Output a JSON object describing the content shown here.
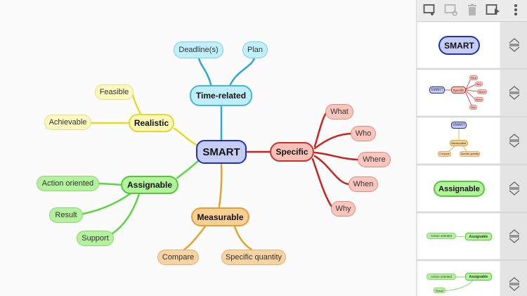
{
  "colors": {
    "root_fill": "#c5cdf6",
    "root_border": "#1f2fbb",
    "time_fill": "#bfeefa",
    "time_border": "#44b7d6",
    "time_line": "#2aaad0",
    "specific_fill": "#f8c0b6",
    "specific_border": "#c8332b",
    "specific_line": "#c8241f",
    "realistic_fill": "#fbf7b4",
    "realistic_border": "#e2d63a",
    "realistic_line": "#e3dc25",
    "assign_fill": "#b2f29a",
    "assign_border": "#55c83a",
    "assign_line": "#58d63d",
    "measure_fill": "#f6cf93",
    "measure_border": "#e3a03a",
    "measure_line": "#e5a229"
  },
  "mindmap": {
    "root": "SMART",
    "time_related": {
      "label": "Time-related",
      "children": [
        "Deadline(s)",
        "Plan"
      ]
    },
    "specific": {
      "label": "Specific",
      "children": [
        "What",
        "Who",
        "Where",
        "When",
        "Why"
      ]
    },
    "realistic": {
      "label": "Realistic",
      "children": [
        "Feasible",
        "Achievable"
      ]
    },
    "assignable": {
      "label": "Assignable",
      "children": [
        "Action oriented",
        "Result",
        "Support"
      ]
    },
    "measurable": {
      "label": "Measurable",
      "children": [
        "Compare",
        "Specific quantity"
      ]
    }
  },
  "toolbar": {
    "icons": [
      "add-slide-icon",
      "replace-slide-icon",
      "delete-icon",
      "play-slideshow-icon",
      "more-options-icon"
    ]
  },
  "slides": [
    {
      "label": "SMART"
    },
    {
      "root": "SMART",
      "branch": "Specific",
      "children": [
        "What",
        "Who",
        "Where",
        "When",
        "Why"
      ]
    },
    {
      "root": "SMART",
      "branch": "Measurable",
      "children": [
        "Compare",
        "Specific quantity"
      ]
    },
    {
      "label": "Assignable"
    },
    {
      "branch": "Assignable",
      "children": [
        "Action oriented"
      ]
    },
    {
      "branch": "Assignable",
      "children": [
        "Action oriented",
        "Result"
      ]
    }
  ]
}
